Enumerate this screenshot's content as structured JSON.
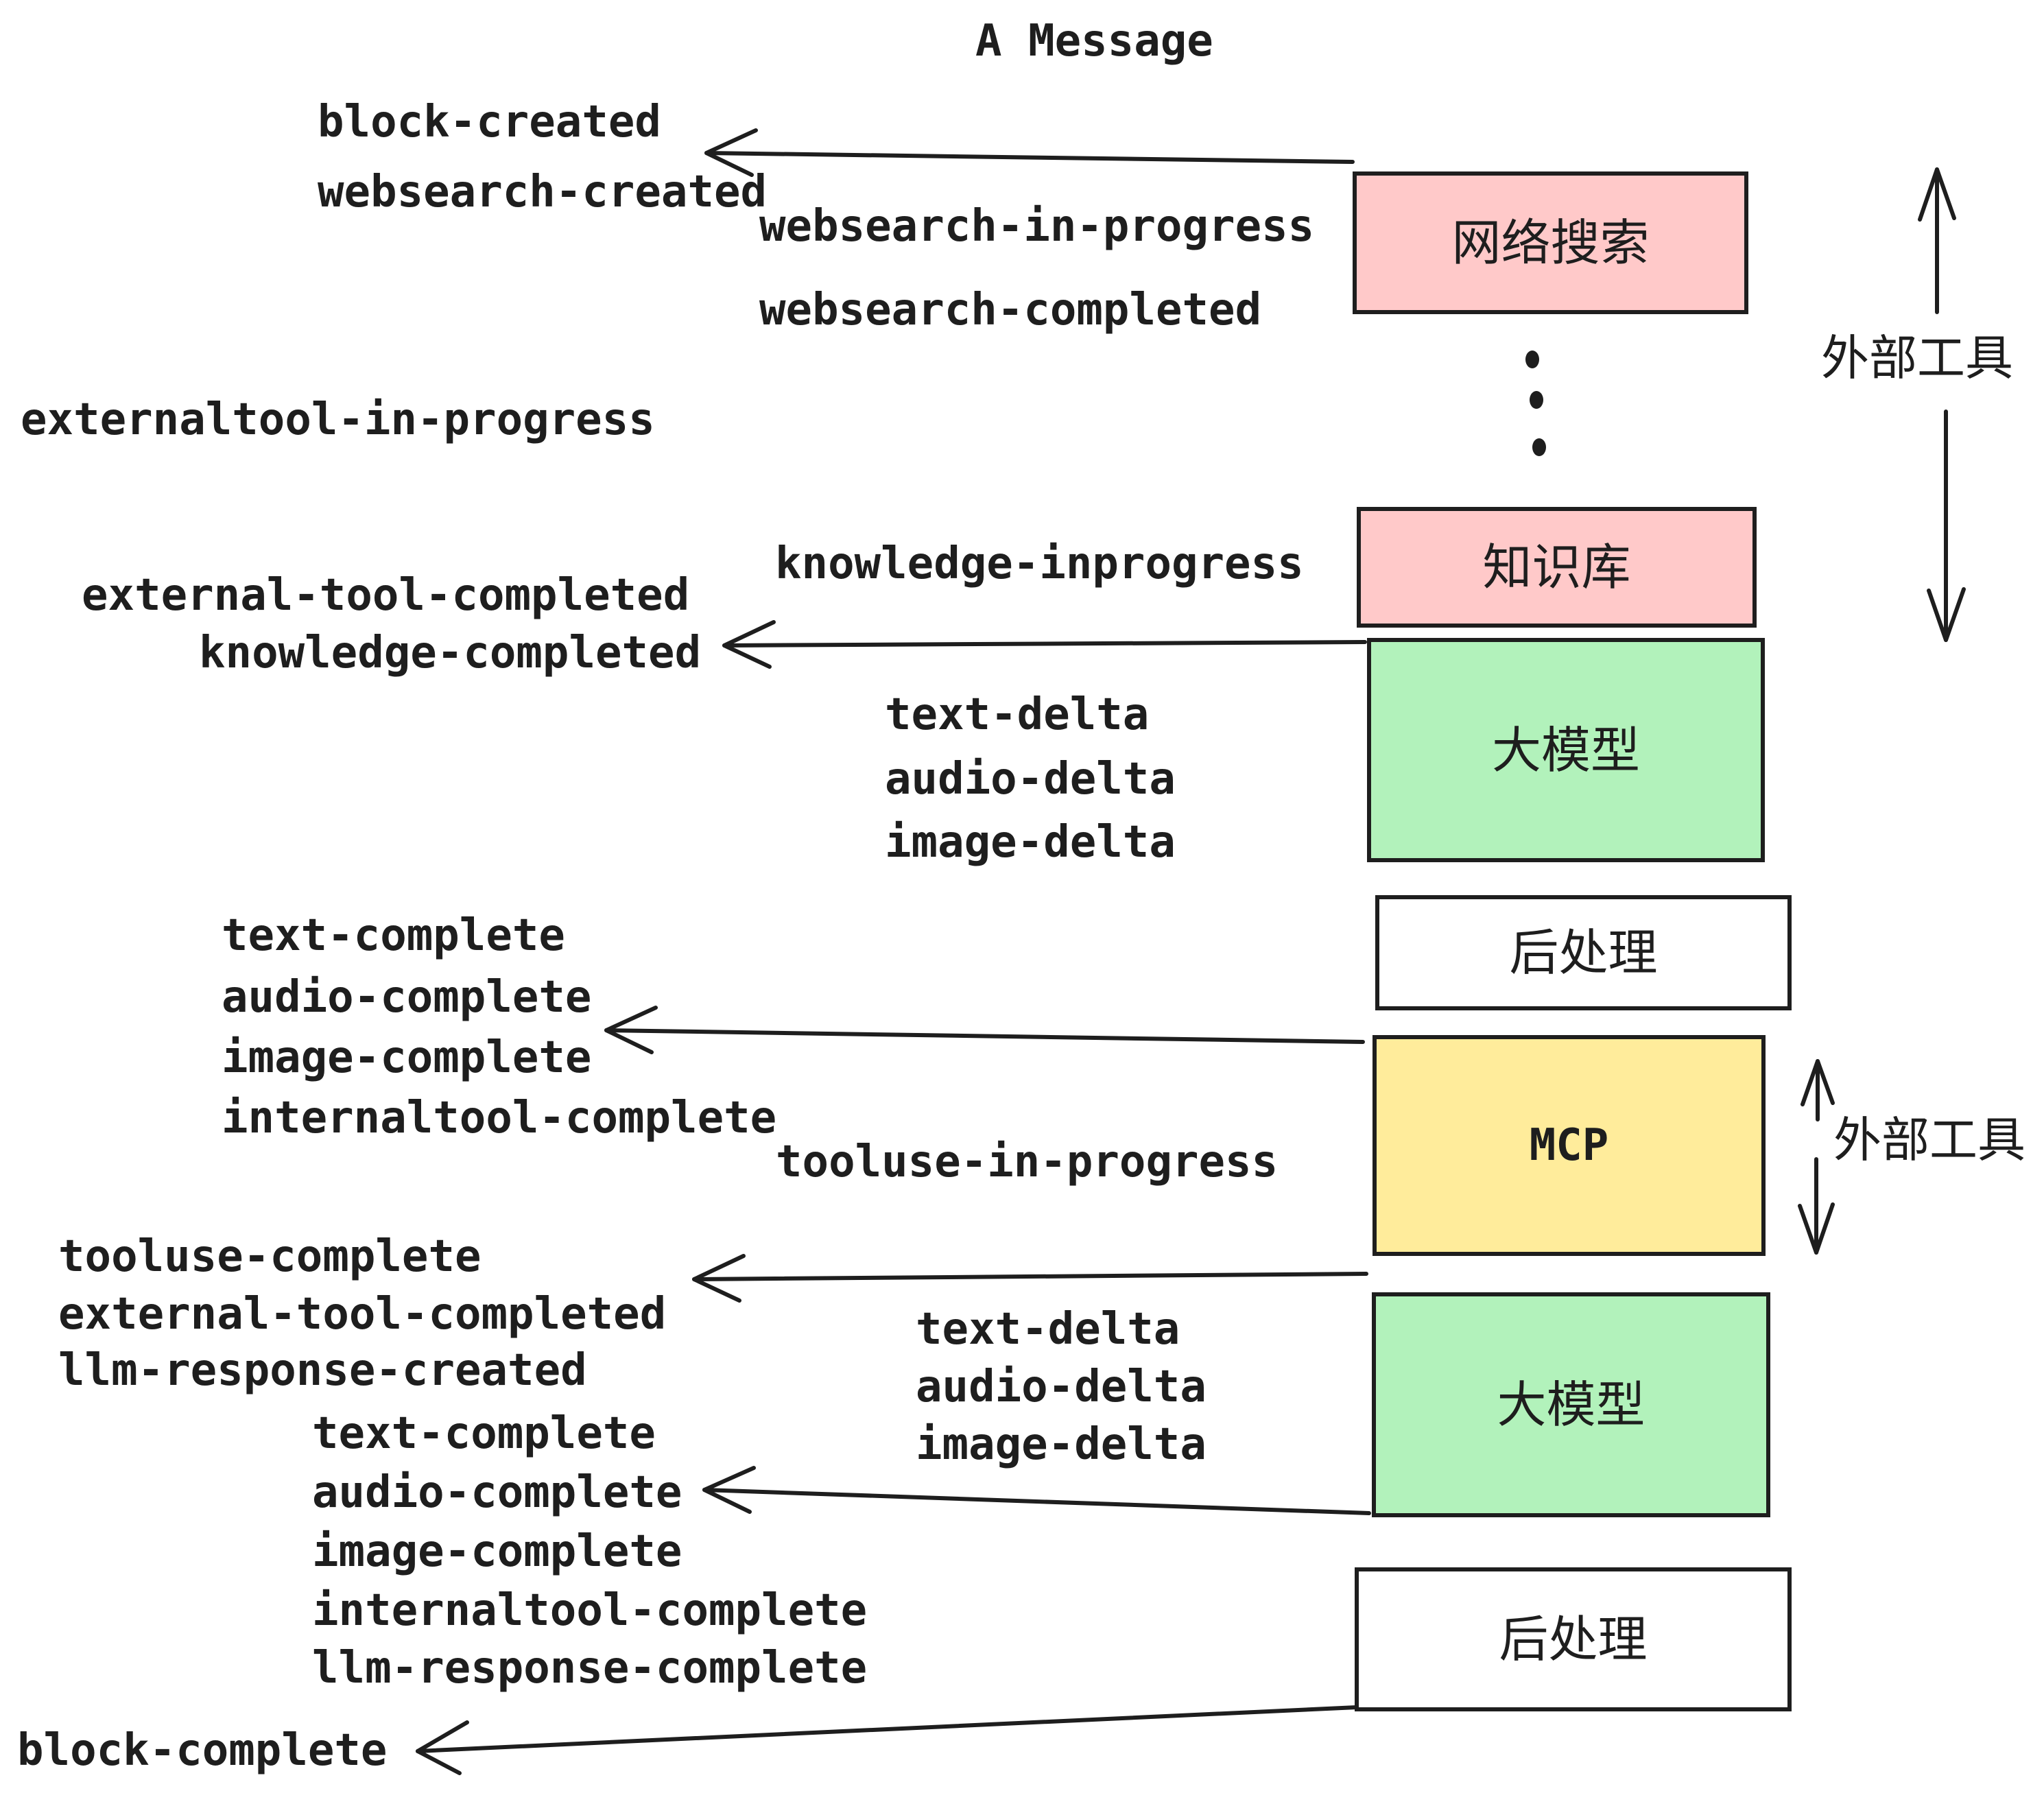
{
  "title": "A Message",
  "events": {
    "block_created": "block-created",
    "websearch_created": "websearch-created",
    "websearch_in_progress": "websearch-in-progress",
    "websearch_completed": "websearch-completed",
    "externaltool_in_progress": "externaltool-in-progress",
    "knowledge_inprogress": "knowledge-inprogress",
    "external_tool_completed": "external-tool-completed",
    "knowledge_completed": "knowledge-completed",
    "text_delta": "text-delta",
    "audio_delta": "audio-delta",
    "image_delta": "image-delta",
    "text_complete": "text-complete",
    "audio_complete": "audio-complete",
    "image_complete": "image-complete",
    "internaltool_complete": "internaltool-complete",
    "tooluse_in_progress": "tooluse-in-progress",
    "tooluse_complete": "tooluse-complete",
    "llm_response_created": "llm-response-created",
    "llm_response_complete": "llm-response-complete",
    "block_complete": "block-complete"
  },
  "boxes": {
    "websearch": "网络搜索",
    "knowledge": "知识库",
    "llm": "大模型",
    "postprocess": "后处理",
    "mcp": "MCP"
  },
  "annotations": {
    "external_tools": "外部工具"
  },
  "colors": {
    "pink": "#ffc9c9",
    "green": "#b2f2bb",
    "yellow": "#ffec9b",
    "white": "#ffffff",
    "stroke": "#1e1e1e"
  }
}
